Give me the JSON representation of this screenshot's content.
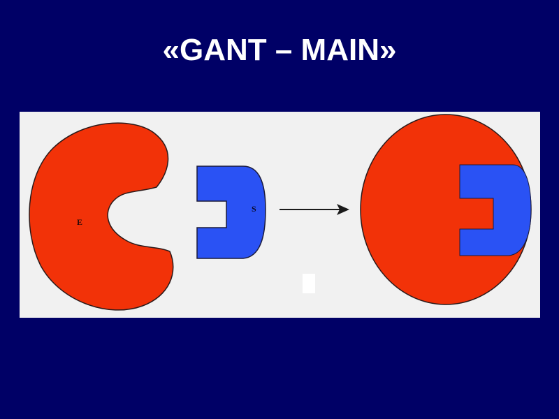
{
  "slide": {
    "title": "«GANT – MAIN»",
    "background_color": "#000066",
    "title_color": "#ffffff"
  },
  "diagram": {
    "background_color": "#f1f1f1",
    "enzyme": {
      "label": "E",
      "color": "#f23208"
    },
    "substrate": {
      "label": "S",
      "color": "#2a52f4"
    },
    "arrow": {
      "color": "#1a1a1a",
      "direction": "right"
    },
    "complex": {
      "enzyme_color": "#f23208",
      "substrate_color": "#2a52f4"
    }
  }
}
